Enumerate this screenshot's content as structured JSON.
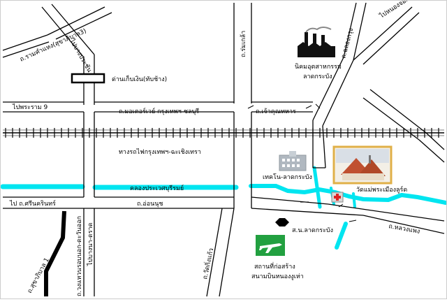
{
  "labels": {
    "road_ramkhamhaeng": "ถ.รามคำแหง(สุขาภิบาล3)",
    "to_min_buri": "ไปบางประชัน",
    "toll_gate": "ด่านเก็บเงิน(ทับช้าง)",
    "industrial_estate_line1": "นิคมอุตสาหกรรม",
    "industrial_estate_line2": "ลาดกระบัง",
    "road_chalongkrung": "ถ.ฉลองกรุง",
    "to_nong_chok": "ไปหนองจอก",
    "road_rom_klao": "ถ.ร่มเกล้า",
    "to_rama9": "ไปพระราม 9",
    "motorway": "ถ.มอเตอร์เวย์ กรุงเทพฯ-ชลบุรี",
    "road_chao_khun_thahan": "ถ.เจ้าคุณทหาร",
    "railway": "ทางรถไฟกรุงเทพฯ-ฉะเชิงเทรา",
    "canal": "คลองประเวศบุรีรมย์",
    "kmitl": "เทคโน-ลาดกระบัง",
    "temple": "วัดแม่พระเมืองลูร์ด",
    "to_srinakarin": "ไป ถ.ศรีนครินทร์",
    "road_on_nut": "ถ.อ่อนนุช",
    "police_station": "ส.น.ลาดกระบัง",
    "road_luang_phaeng": "ถ.หลวงแพง",
    "road_kingkaew": "ถ.วัดกิ่งแก้ว",
    "road_khaeng": "ไปบางนา-ตราด",
    "road_outer_ring": "ถ.วงแหวนรอบนอก-ตะวันออก",
    "road_sukhapiban1": "ถ.สุขาภิบาล 1",
    "airport_line1": "สถานที่ก่อสร้าง",
    "airport_line2": "สนามบินหนองงูเห่า"
  },
  "colors": {
    "canal": "#00e5f0",
    "road": "#000000",
    "airport_sign": "#22a040",
    "kmitl_building": "#b0b8c0",
    "factory": "#111111",
    "temple_frame": "#e0b048",
    "temple_roof": "#c05030",
    "marker_red": "#e02020"
  },
  "icons": [
    "factory-icon",
    "toll-gate-icon",
    "building-icon",
    "temple-photo",
    "airplane-icon",
    "police-hexagon-icon"
  ]
}
